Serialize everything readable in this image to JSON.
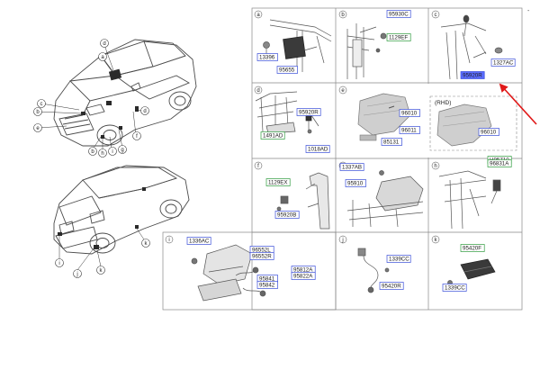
{
  "colors": {
    "blue_label_border": "#3a4fd8",
    "green_label_border": "#2e9b3e",
    "highlight_fill": "#5a6cff",
    "pointer_arrow": "#e01818",
    "grid_border": "#888888"
  },
  "page_marker": "-",
  "car_callouts": [
    "a",
    "b",
    "c",
    "d",
    "e",
    "f",
    "g",
    "h",
    "i",
    "j",
    "k"
  ],
  "panels": [
    {
      "id": "a",
      "letter": "a",
      "labels": [
        {
          "text": "13396",
          "style": "blue"
        },
        {
          "text": "95655",
          "style": "blue"
        }
      ]
    },
    {
      "id": "b",
      "letter": "b",
      "labels": [
        {
          "text": "95930C",
          "style": "blue"
        },
        {
          "text": "1129EF",
          "style": "green"
        }
      ]
    },
    {
      "id": "c",
      "letter": "c",
      "labels": [
        {
          "text": "1327AC",
          "style": "blue"
        },
        {
          "text": "95920R",
          "style": "highlight"
        }
      ]
    },
    {
      "id": "d",
      "letter": "d",
      "labels": [
        {
          "text": "95920R",
          "style": "blue"
        },
        {
          "text": "1491AD",
          "style": "green"
        },
        {
          "text": "1018AD",
          "style": "blue"
        }
      ]
    },
    {
      "id": "e",
      "letter": "e",
      "note": "(RHD)",
      "labels": [
        {
          "text": "96010",
          "style": "blue"
        },
        {
          "text": "96011",
          "style": "blue"
        },
        {
          "text": "85131",
          "style": "blue"
        },
        {
          "text": "96010",
          "style": "blue"
        }
      ]
    },
    {
      "id": "f",
      "letter": "f",
      "labels": [
        {
          "text": "1129EX",
          "style": "green"
        },
        {
          "text": "95920B",
          "style": "blue"
        }
      ]
    },
    {
      "id": "g",
      "letter": "g",
      "labels": [
        {
          "text": "1337AB",
          "style": "blue"
        },
        {
          "text": "95910",
          "style": "blue"
        }
      ]
    },
    {
      "id": "h",
      "letter": "h",
      "labels": [
        {
          "text": "H95710",
          "style": "green"
        },
        {
          "text": "96831A",
          "style": "green"
        }
      ]
    },
    {
      "id": "i",
      "letter": "i",
      "labels": [
        {
          "text": "1336AC",
          "style": "blue"
        },
        {
          "text": "96552L",
          "style": "blue"
        },
        {
          "text": "96552R",
          "style": "blue"
        },
        {
          "text": "95812A",
          "style": "blue"
        },
        {
          "text": "95822A",
          "style": "blue"
        },
        {
          "text": "95841",
          "style": "blue"
        },
        {
          "text": "95842",
          "style": "blue"
        }
      ]
    },
    {
      "id": "j",
      "letter": "j",
      "labels": [
        {
          "text": "1339CC",
          "style": "blue"
        },
        {
          "text": "95420R",
          "style": "blue"
        }
      ]
    },
    {
      "id": "k",
      "letter": "k",
      "labels": [
        {
          "text": "95420F",
          "style": "green"
        },
        {
          "text": "1339CC",
          "style": "blue"
        }
      ]
    }
  ]
}
